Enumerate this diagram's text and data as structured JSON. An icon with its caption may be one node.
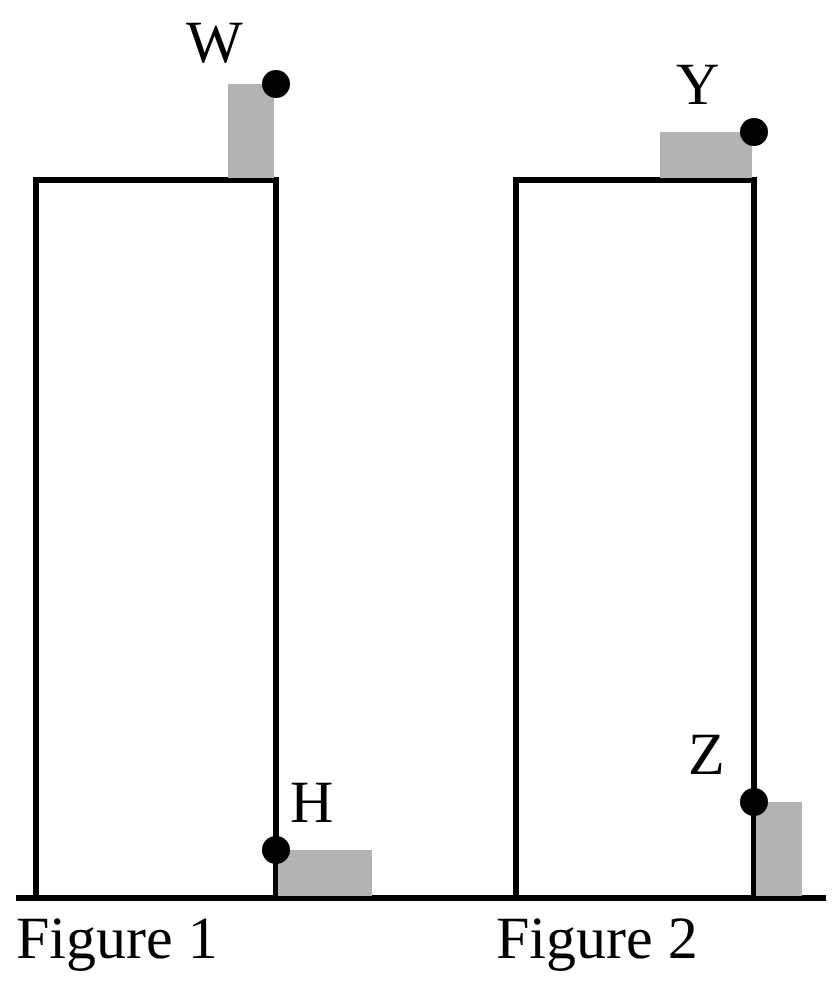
{
  "diagram": {
    "labels": [
      "W",
      "Y",
      "Z",
      "H",
      "Figure 1",
      "Figure 2"
    ]
  }
}
